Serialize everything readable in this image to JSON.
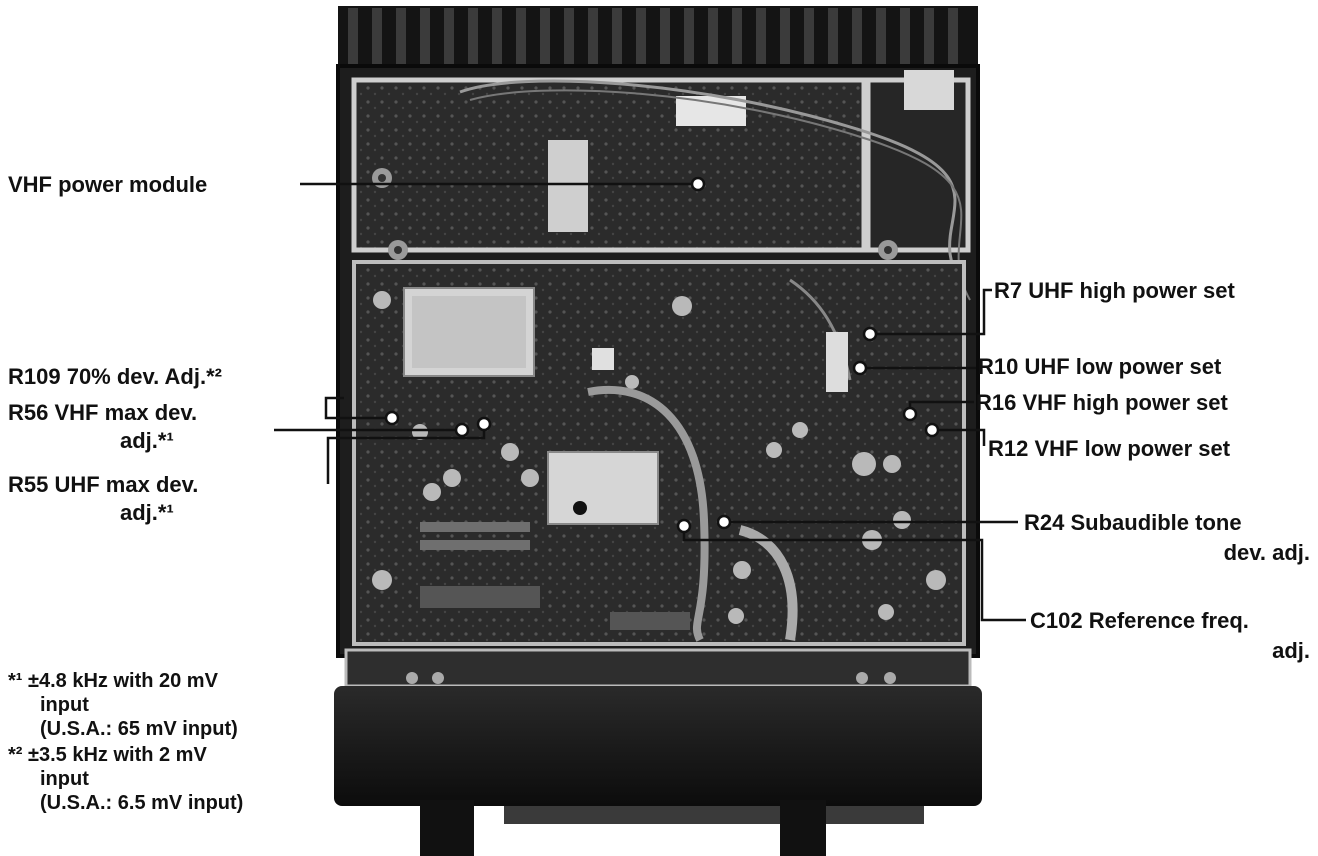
{
  "labels": {
    "vhf_power_module": "VHF power module",
    "r7": "R7 UHF high power set",
    "r10": "R10 UHF low power set",
    "r16": "R16 VHF high power set",
    "r12": "R12 VHF low power set",
    "r109": "R109 70% dev. Adj.*²",
    "r56_line1": "R56 VHF max dev.",
    "r56_line2": "adj.*¹",
    "r55_line1": "R55 UHF max dev.",
    "r55_line2": "adj.*¹",
    "r24_line1": "R24 Subaudible tone",
    "r24_line2": "dev. adj.",
    "c102_line1": "C102 Reference freq.",
    "c102_line2": "adj."
  },
  "footnotes": {
    "fn1_line1": "*¹ ±4.8 kHz with 20 mV",
    "fn1_line2": "input",
    "fn1_line3": "(U.S.A.: 65 mV input)",
    "fn2_line1": "*² ±3.5 kHz with 2 mV",
    "fn2_line2": "input",
    "fn2_line3": "(U.S.A.: 6.5 mV input)"
  },
  "colors": {
    "pcb_dark": "#1a1a1a",
    "pcb_mid": "#3a3a3a",
    "metal_light": "#d8d8d8",
    "leader": "#111111"
  }
}
